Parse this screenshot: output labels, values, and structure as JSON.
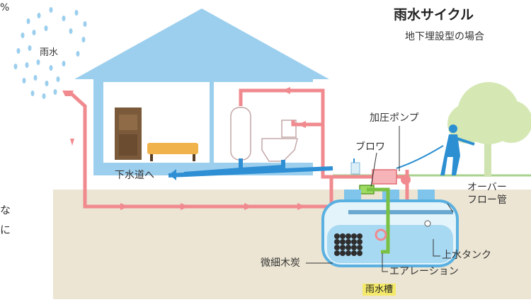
{
  "title": "雨水サイクル",
  "subtitle": "地下埋設型の場合",
  "labels": {
    "rain": "雨水",
    "sewer": "下水道へ",
    "pump": "加圧ポンプ",
    "blower": "ブロワ",
    "overflow_line1": "オーバー",
    "overflow_line2": "フロー管",
    "water_tank": "上水タンク",
    "charcoal": "微細木炭",
    "aeration": "エアレーション",
    "tank": "雨水槽"
  },
  "cut_text": {
    "percent": "%",
    "na": "な",
    "ni": "に"
  },
  "colors": {
    "sky_house": "#9ccfee",
    "pipe_red": "#f08a8f",
    "pipe_blue": "#2f8fd4",
    "pipe_green": "#7ac143",
    "ground": "#ece5d3",
    "tree": "#d5e8b4",
    "person": "#2b8fd2",
    "badge": "#f4e96a"
  }
}
